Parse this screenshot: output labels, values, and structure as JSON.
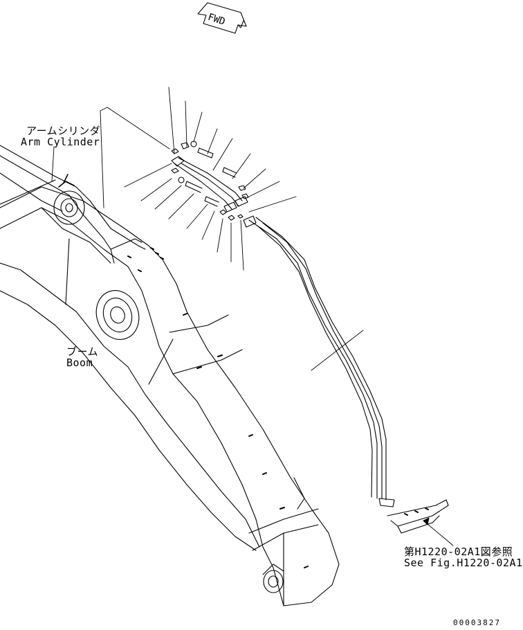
{
  "fwd_label": "FWD",
  "callouts": {
    "arm_cylinder_jp": "アームシリンダ",
    "arm_cylinder_en": "Arm Cylinder",
    "boom_jp": "ブーム",
    "boom_en": "Boom",
    "ref_jp": "第H1220-02A1図参照",
    "ref_en": "See Fig.H1220-02A1"
  },
  "drawing_number": "00003827"
}
